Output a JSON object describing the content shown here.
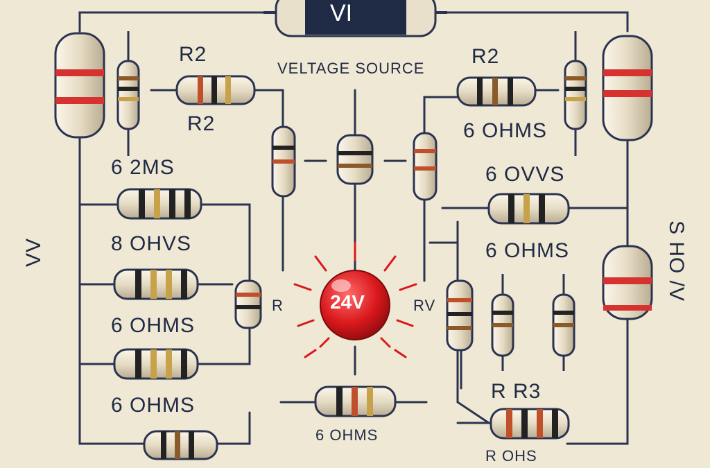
{
  "diagram": {
    "source_label": "VI",
    "bulb_label": "24V",
    "labels": {
      "voltage_source": "VELTAGE SOURCE",
      "r2_top_left": "R2",
      "r2_mid_left": "R2",
      "r2_top_right": "R2",
      "l_6_2ms": "6  2MS",
      "l_8_ohms": "8  OHVS",
      "l_6_ohms_a": "6  OHMS",
      "l_6_ohms_b": "6  OHMS",
      "r_6ohms": "6 OHMS",
      "r_6_ovvs": "6  OVVS",
      "r_6_ohms": "6  OHMS",
      "r_rr3": "R  R3",
      "bottom_6_ohms": "6  OHMS",
      "bottom_r_ohs": "R  OHS",
      "left_r": "R",
      "right_rv": "RV",
      "left_vv": "VV",
      "right_side": "S HO  /V"
    }
  }
}
